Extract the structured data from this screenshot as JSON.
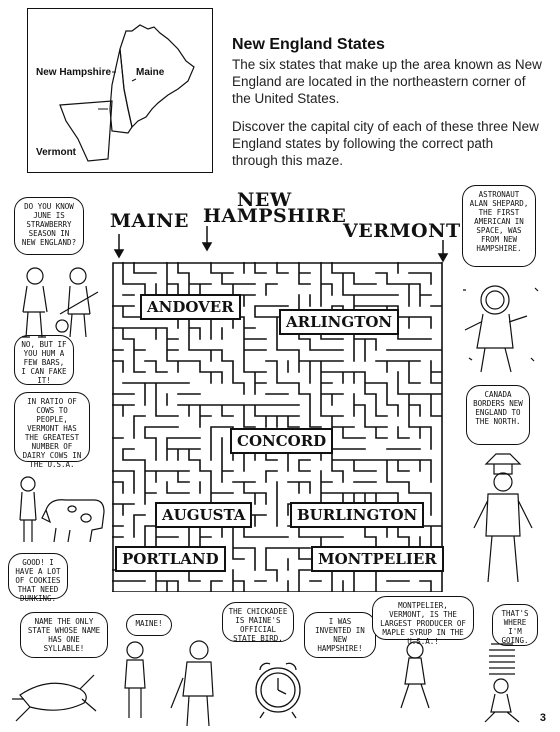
{
  "map": {
    "labels": {
      "new_hampshire": "New Hampshire",
      "maine": "Maine",
      "vermont": "Vermont"
    }
  },
  "intro": {
    "title": "New England States",
    "paragraph1": "The six states that make up the area known as New England are located in the northeastern corner of the United States.",
    "paragraph2": "Discover the capital city of each of these three New England states by following the correct path through this maze."
  },
  "maze": {
    "entries": {
      "maine": "MAINE",
      "new": "NEW",
      "hampshire": "HAMPSHIRE",
      "vermont": "VERMONT"
    },
    "cities": {
      "andover": "ANDOVER",
      "arlington": "ARLINGTON",
      "concord": "CONCORD",
      "augusta": "AUGUSTA",
      "burlington": "BURLINGTON",
      "portland": "PORTLAND",
      "montpelier": "MONTPELIER"
    }
  },
  "bubbles": {
    "june": "DO YOU KNOW JUNE IS STRAWBERRY SEASON IN NEW ENGLAND?",
    "hum": "NO, BUT IF YOU HUM A FEW BARS, I CAN FAKE IT!",
    "cows": "IN RATIO OF COWS TO PEOPLE, VERMONT HAS THE GREATEST NUMBER OF DAIRY COWS IN THE U.S.A.",
    "cookies": "GOOD! I HAVE A LOT OF COOKIES THAT NEED DUNKING.",
    "shepard": "ASTRONAUT ALAN SHEPARD, THE FIRST AMERICAN IN SPACE, WAS FROM NEW HAMPSHIRE.",
    "canada": "CANADA BORDERS NEW ENGLAND TO THE NORTH.",
    "syllable": "NAME THE ONLY STATE WHOSE NAME HAS ONE SYLLABLE!",
    "maine": "MAINE!",
    "chickadee": "THE CHICKADEE IS MAINE'S OFFICIAL STATE BIRD.",
    "invented": "I WAS INVENTED IN NEW HAMPSHIRE!",
    "maple": "MONTPELIER, VERMONT, IS THE LARGEST PRODUCER OF MAPLE SYRUP IN THE U.S.A.!",
    "going": "THAT'S WHERE I'M GOING."
  },
  "page_number": "3"
}
